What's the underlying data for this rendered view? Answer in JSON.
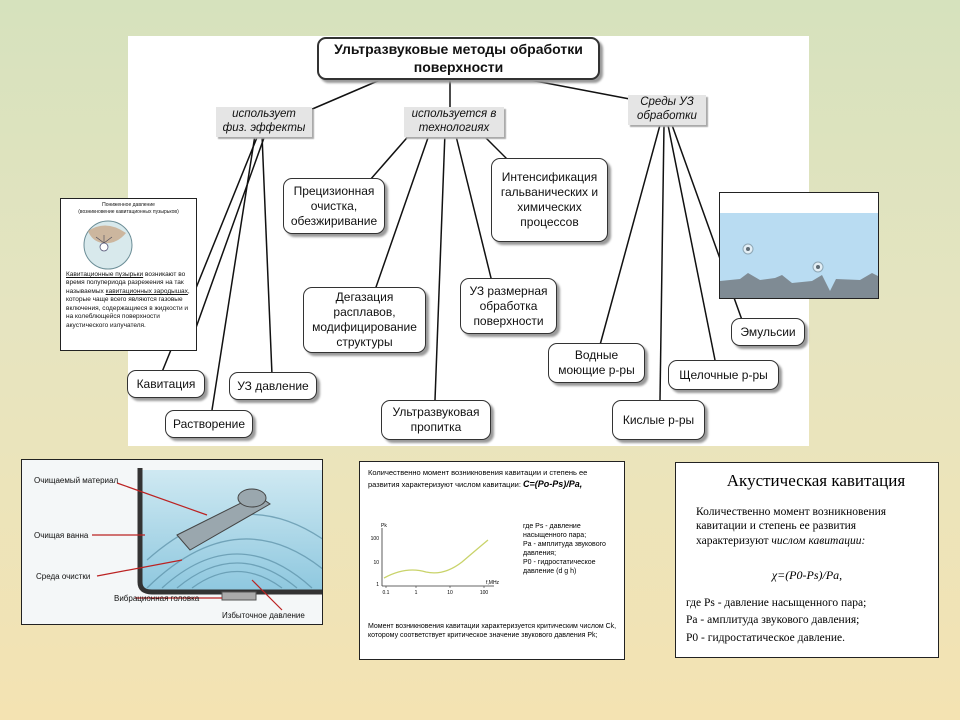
{
  "mindmap": {
    "title": "Ультразвуковые методы обработки поверхности",
    "branches": {
      "phys": "использует физ. эффекты",
      "tech": "используется в технологиях",
      "media": "Среды УЗ обработки"
    },
    "phys_items": [
      "Кавитация",
      "УЗ давление",
      "Растворение"
    ],
    "tech_items": [
      "Прецизионная очистка, обезжиривание",
      "Интенсификация гальванических и химических процессов",
      "Дегазация расплавов, модифицирование структуры",
      "УЗ размерная обработка поверхности",
      "Ультразвуковая пропитка"
    ],
    "media_items": [
      "Эмульсии",
      "Водные моющие р-ры",
      "Щелочные р-ры",
      "Кислые р-ры"
    ]
  },
  "cavitation_note": {
    "header_line1": "Пониженное давление",
    "header_line2": "(возникновение кавитационных пузырьков)",
    "text_pre": "Кавитационные пузырьки",
    "text_mid1": " возникают во время полупериода разрежения на так называемых ",
    "text_link": "кавитационных зародышах",
    "text_post": ", которые чаще всего являются газовые включения, содержащиеся в жидкости и на колеблющейся поверхности акустического излучателя."
  },
  "cleaning_diagram": {
    "labels": [
      "Очищаемый материал",
      "Очищая ванна",
      "Среда очистки",
      "Вибрационная головка",
      "Избыточное давление"
    ]
  },
  "kav_small": {
    "intro": "Количественно момент возникновения кавитации и степень ее развития характеризуют числом кавитации:",
    "formula": "C=(Po-Ps)/Pa,",
    "legend": [
      "где Ps - давление насыщенного пара;",
      "Pa - амплитуда звукового давления;",
      "P0 - гидростатическое давление (d g h)"
    ],
    "y_ticks": [
      "100",
      "10",
      "1"
    ],
    "y_label": "Pk",
    "x_ticks": [
      "0.1",
      "1",
      "10",
      "100"
    ],
    "x_label": "f,MHz",
    "footer": "Момент возникновения кавитации характеризуется критическим числом Ck, которому соответствует критическое значение звукового давления Pk;"
  },
  "kav_big": {
    "title": "Акустическая кавитация",
    "intro_pre": "Количественно момент возникновения кавитации и степень ее развития характеризуют ",
    "intro_em": "числом кавитации:",
    "formula": "χ=(P0-Ps)/Pa,",
    "defs": [
      "где Ps - давление насыщенного пара;",
      "Pa - амплитуда звукового давления;",
      "P0 - гидростатическое давление."
    ]
  },
  "colors": {
    "curve": "#c9d36a",
    "water": "#b9dcf2",
    "sediment": "#7f8b94"
  }
}
